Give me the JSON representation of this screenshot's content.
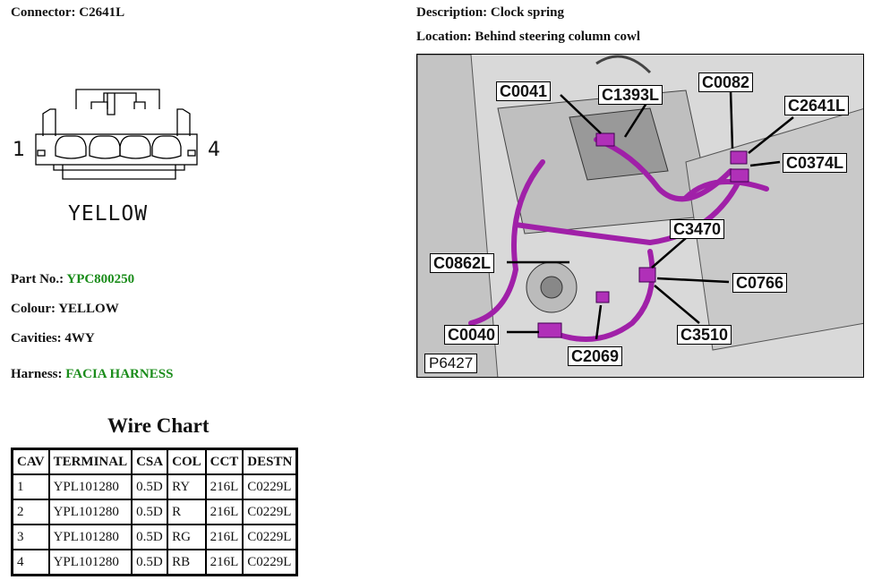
{
  "connector": {
    "label": "Connector:",
    "value": "C2641L"
  },
  "connector_diagram": {
    "pin_left": "1",
    "pin_right": "4",
    "colour_caption": "YELLOW"
  },
  "part_no": {
    "label": "Part No.:",
    "value": "YPC800250"
  },
  "colour": {
    "label": "Colour:",
    "value": "YELLOW"
  },
  "cavities": {
    "label": "Cavities:",
    "value": "4WY"
  },
  "harness": {
    "label": "Harness:",
    "value": "FACIA HARNESS"
  },
  "description": {
    "label": "Description:",
    "value": "Clock spring"
  },
  "location": {
    "label": "Location:",
    "value": "Behind steering column cowl"
  },
  "photo": {
    "code": "P6427",
    "callouts": [
      "C0041",
      "C1393L",
      "C0082",
      "C2641L",
      "C0374L",
      "C3470",
      "C0862L",
      "C0766",
      "C3510",
      "C0040",
      "C2069"
    ]
  },
  "wire_chart": {
    "title": "Wire Chart",
    "headers": [
      "CAV",
      "TERMINAL",
      "CSA",
      "COL",
      "CCT",
      "DESTN"
    ],
    "rows": [
      [
        "1",
        "YPL101280",
        "0.5D",
        "RY",
        "216L",
        "C0229L"
      ],
      [
        "2",
        "YPL101280",
        "0.5D",
        "R",
        "216L",
        "C0229L"
      ],
      [
        "3",
        "YPL101280",
        "0.5D",
        "RG",
        "216L",
        "C0229L"
      ],
      [
        "4",
        "YPL101280",
        "0.5D",
        "RB",
        "216L",
        "C0229L"
      ]
    ]
  },
  "colors": {
    "label_green": "#1a8c1a",
    "harness_magenta": "#a020a8"
  }
}
